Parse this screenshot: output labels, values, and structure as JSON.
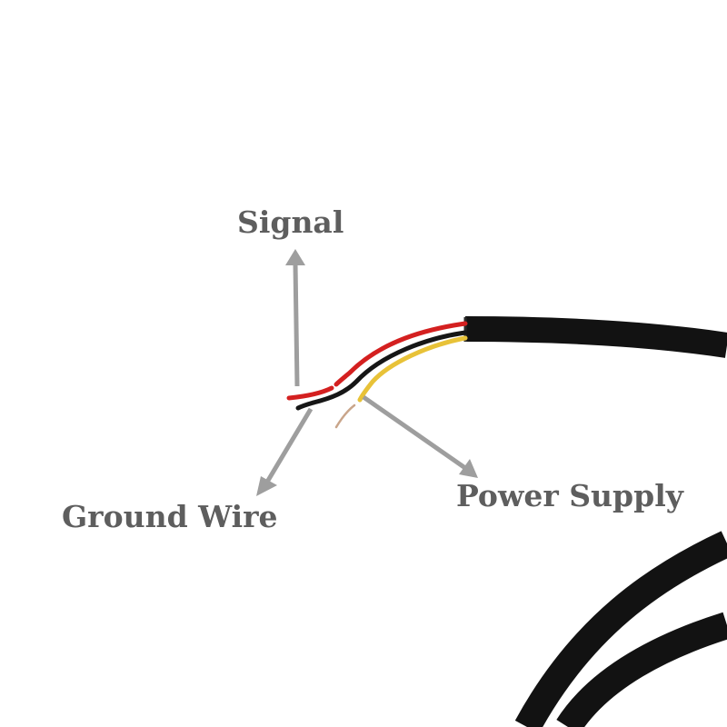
{
  "labels": {
    "signal": "Signal",
    "ground": "Ground Wire",
    "power": "Power Supply"
  },
  "colors": {
    "background": "#ffffff",
    "label_text": "#5e5e5e",
    "arrow": "#9e9e9e",
    "cable_jacket": "#121212",
    "signal_wire": "#d42020",
    "ground_wire": "#161616",
    "power_wire": "#e8c238",
    "copper": "#c9a58a"
  }
}
